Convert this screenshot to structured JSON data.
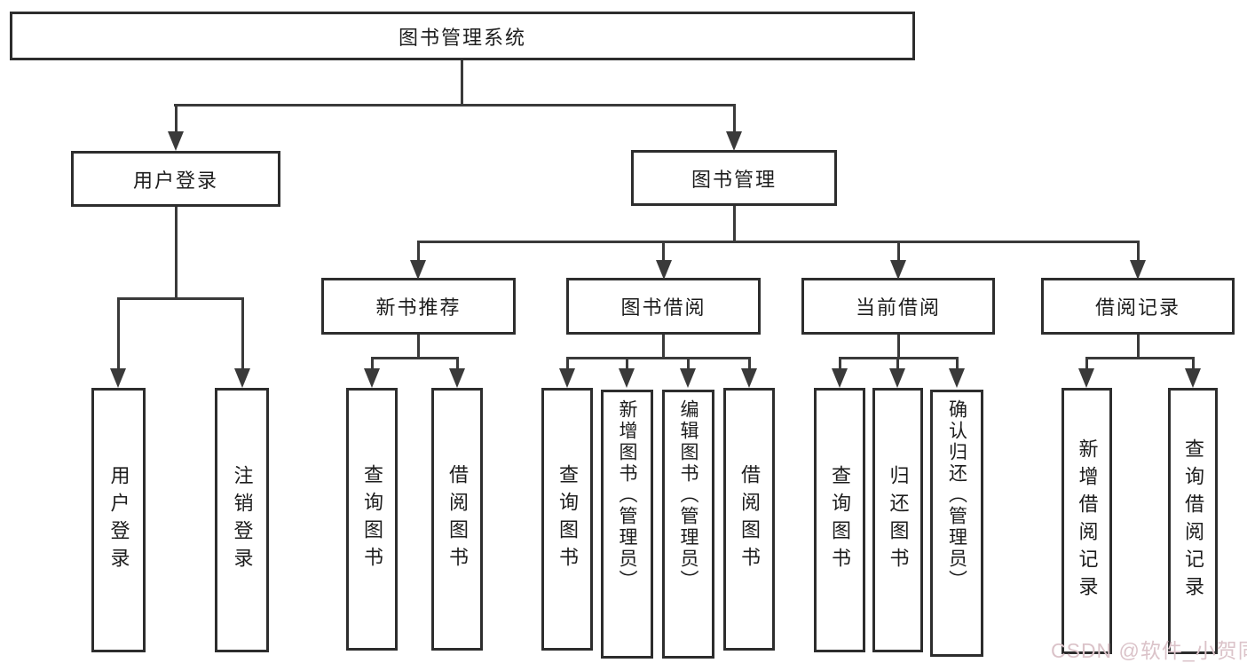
{
  "tree": {
    "label": "图书管理系统",
    "children": [
      {
        "label": "用户登录",
        "children": [
          {
            "label": "用户登录"
          },
          {
            "label": "注销登录"
          }
        ]
      },
      {
        "label": "图书管理",
        "children": [
          {
            "label": "新书推荐",
            "children": [
              {
                "label": "查询图书"
              },
              {
                "label": "借阅图书"
              }
            ]
          },
          {
            "label": "图书借阅",
            "children": [
              {
                "label": "查询图书"
              },
              {
                "label": "新增图书（管理员）"
              },
              {
                "label": "编辑图书（管理员）"
              },
              {
                "label": "借阅图书"
              }
            ]
          },
          {
            "label": "当前借阅",
            "children": [
              {
                "label": "查询图书"
              },
              {
                "label": "归还图书"
              },
              {
                "label": "确认归还（管理员）"
              }
            ]
          },
          {
            "label": "借阅记录",
            "children": [
              {
                "label": "新增借阅记录"
              },
              {
                "label": "查询借阅记录"
              }
            ]
          }
        ]
      }
    ]
  },
  "watermark": {
    "text": "CSDN @软件_小贺同学"
  },
  "colors": {
    "box_border": "#2d2d2d",
    "connector_line": "#3a3a3a",
    "watermark_text": "#dbc3c9",
    "background": "#ffffff"
  }
}
